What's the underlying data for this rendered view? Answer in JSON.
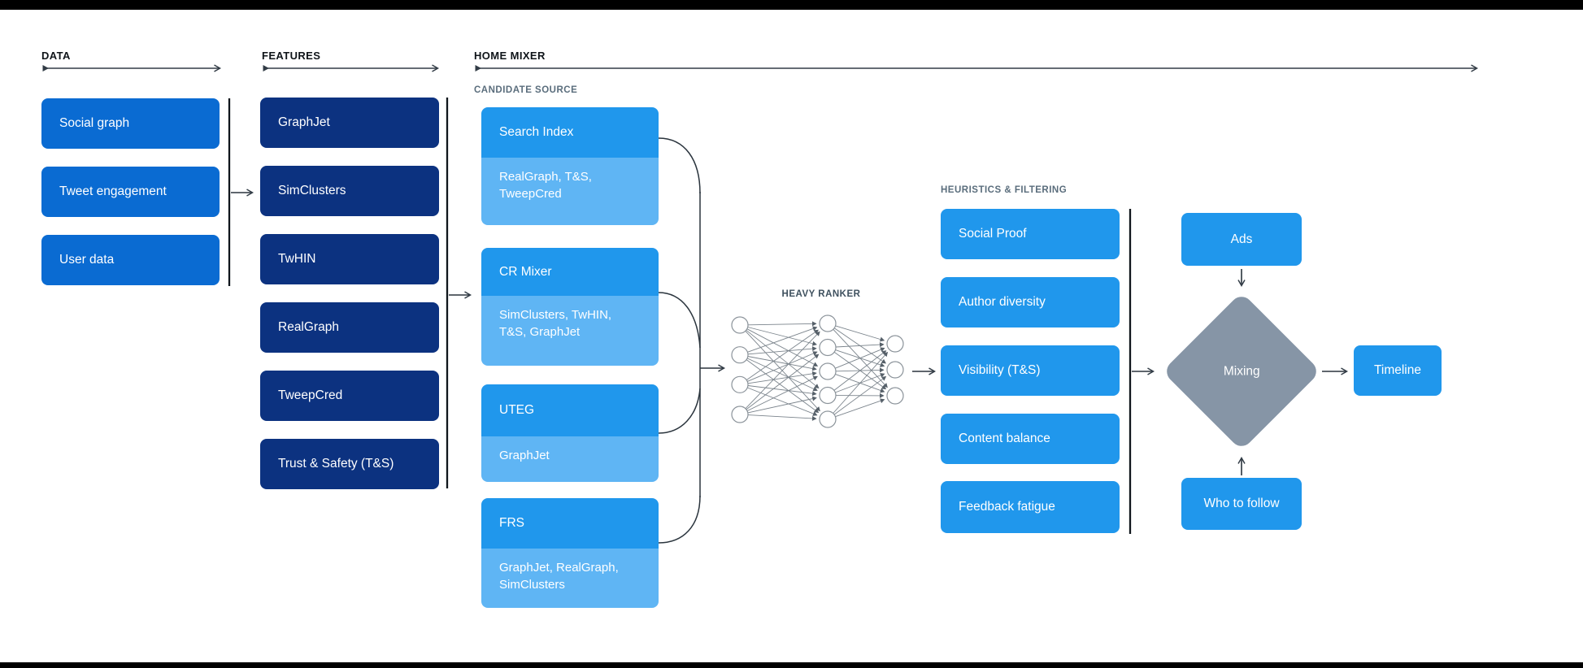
{
  "palette": {
    "data_blue": "#0a6bd2",
    "features_navy": "#0c3280",
    "source_blue": "#2097ec",
    "source_light_blue": "#5fb5f4",
    "diamond_gray": "#8695a6",
    "header_text": "#0f1419",
    "subheader_text": "#5a6d7c",
    "line_color": "#323c46",
    "frame_bars": "#000000"
  },
  "sections": {
    "data": {
      "label": "DATA",
      "items": [
        "Social graph",
        "Tweet engagement",
        "User data"
      ]
    },
    "features": {
      "label": "FEATURES",
      "items": [
        "GraphJet",
        "SimClusters",
        "TwHIN",
        "RealGraph",
        "TweepCred",
        "Trust & Safety (T&S)"
      ]
    },
    "home_mixer": {
      "label": "HOME MIXER"
    },
    "candidate_source": {
      "label": "CANDIDATE SOURCE",
      "groups": [
        {
          "title": "Search Index",
          "sub": "RealGraph, T&S, TweepCred"
        },
        {
          "title": "CR Mixer",
          "sub": "SimClusters, TwHIN, T&S, GraphJet"
        },
        {
          "title": "UTEG",
          "sub": "GraphJet"
        },
        {
          "title": "FRS",
          "sub": "GraphJet, RealGraph, SimClusters"
        }
      ]
    },
    "heavy_ranker": {
      "label": "HEAVY RANKER",
      "layers": [
        4,
        5,
        3
      ]
    },
    "heuristics": {
      "label": "HEURISTICS & FILTERING",
      "items": [
        "Social Proof",
        "Author diversity",
        "Visibility (T&S)",
        "Content balance",
        "Feedback fatigue"
      ]
    },
    "mixing": {
      "ads": "Ads",
      "diamond": "Mixing",
      "who_to_follow": "Who to follow",
      "timeline": "Timeline"
    }
  }
}
